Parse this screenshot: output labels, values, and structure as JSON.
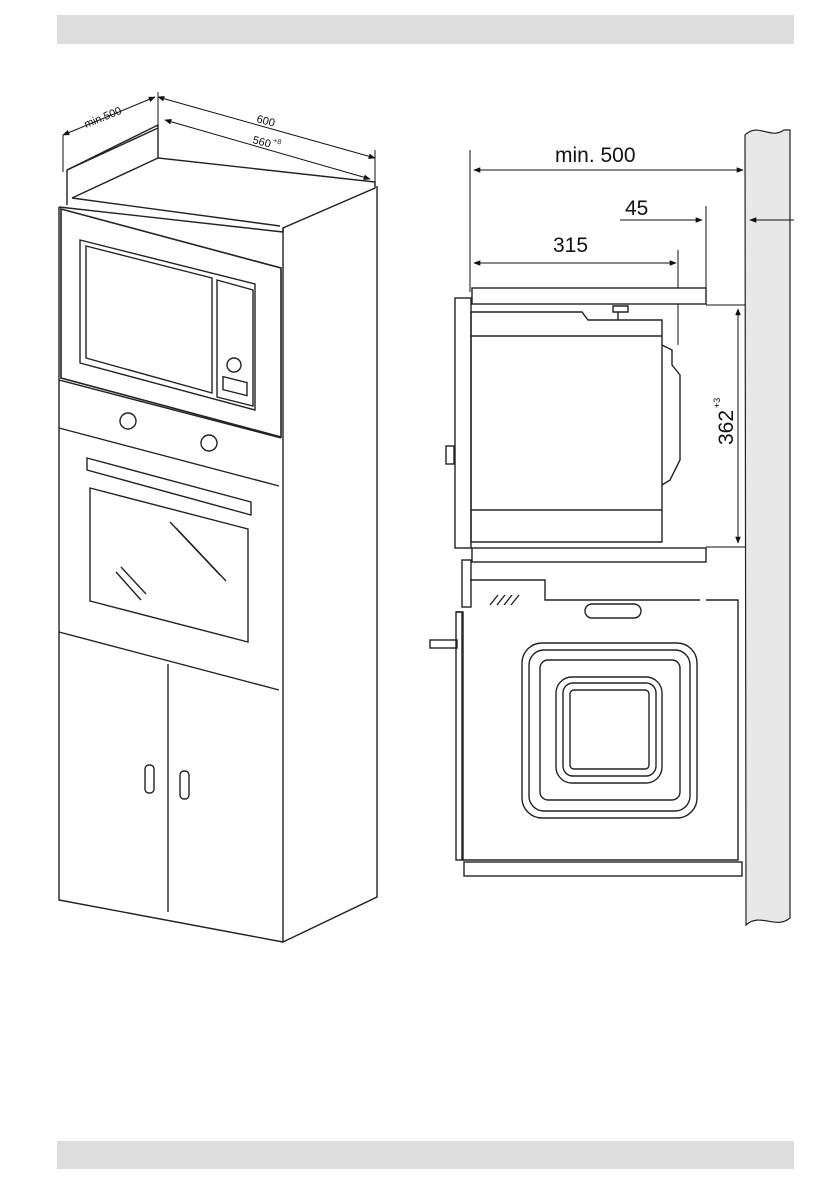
{
  "header_bar": {
    "color": "#dddddd"
  },
  "footer_bar": {
    "color": "#dddddd"
  },
  "left_figure": {
    "dim_depth": "min.500",
    "dim_width_outer": "600",
    "dim_width_inner": "560",
    "dim_width_inner_tol": "+8"
  },
  "right_figure": {
    "dim_total_depth": "min. 500",
    "dim_gap": "45",
    "dim_depth": "315",
    "dim_height": "362",
    "dim_height_tol": "+3"
  }
}
